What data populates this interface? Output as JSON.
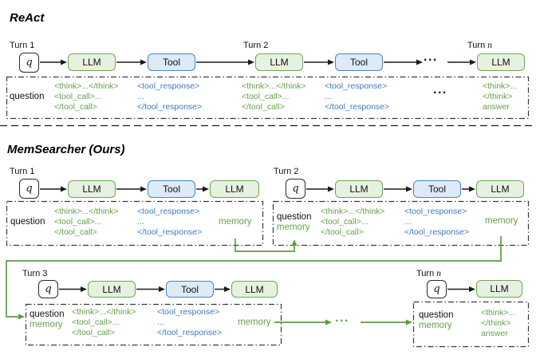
{
  "sections": {
    "react": "ReAct",
    "ours": "MemSearcher (Ours)"
  },
  "labels": {
    "turn1": "Turn 1",
    "turn2": "Turn 2",
    "turn3": "Turn 3",
    "turn_prefix": "Turn",
    "turn_var": "n",
    "q": "q",
    "llm": "LLM",
    "tool": "Tool",
    "question": "question",
    "memory": "memory",
    "ellipsis": "..."
  },
  "blocks": {
    "think_call": [
      "<think>...</think>",
      "<tool_call>...",
      "</tool_call>"
    ],
    "tool_response": [
      "<tool_response>",
      "...",
      "</tool_response>"
    ],
    "final": [
      "<think>...",
      "</think>",
      "answer"
    ]
  },
  "colors": {
    "green_text": "#64a04b",
    "blue_text": "#3e7bbf",
    "green_node_fill": "#e7f1e0",
    "green_node_border": "#6fa65a",
    "blue_node_fill": "#ddeaf7",
    "blue_node_border": "#4f84bd",
    "arrow_black": "#1b1b1b",
    "memory_flow_green": "#5d9a44"
  }
}
